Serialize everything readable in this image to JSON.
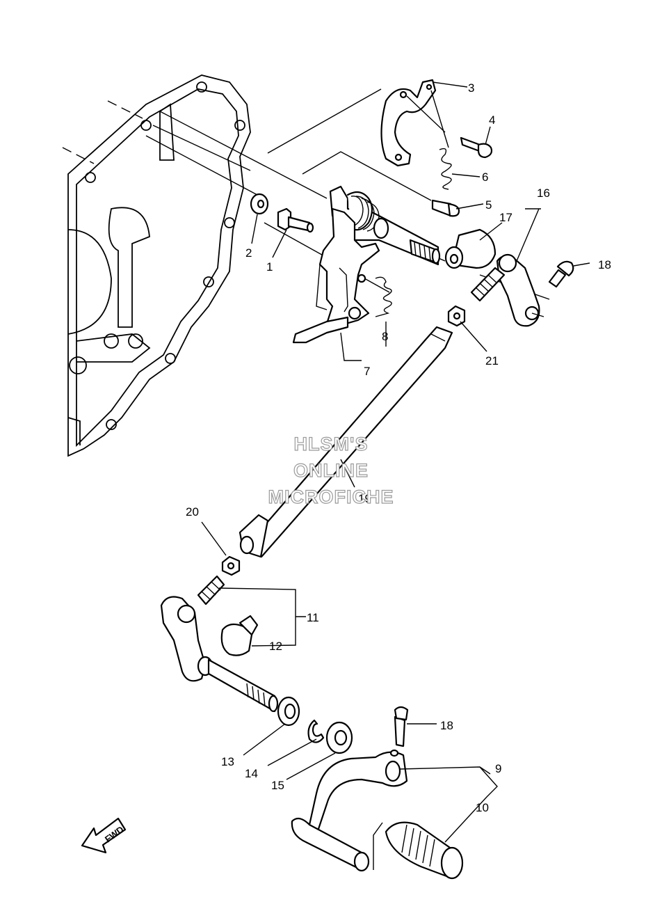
{
  "callouts": [
    {
      "id": "1",
      "label": "1"
    },
    {
      "id": "2",
      "label": "2"
    },
    {
      "id": "3",
      "label": "3"
    },
    {
      "id": "4",
      "label": "4"
    },
    {
      "id": "5",
      "label": "5"
    },
    {
      "id": "6",
      "label": "6"
    },
    {
      "id": "7",
      "label": "7"
    },
    {
      "id": "8",
      "label": "8"
    },
    {
      "id": "9",
      "label": "9"
    },
    {
      "id": "10",
      "label": "10"
    },
    {
      "id": "11",
      "label": "11"
    },
    {
      "id": "12",
      "label": "12"
    },
    {
      "id": "13",
      "label": "13"
    },
    {
      "id": "14",
      "label": "14"
    },
    {
      "id": "15",
      "label": "15"
    },
    {
      "id": "16",
      "label": "16"
    },
    {
      "id": "17",
      "label": "17"
    },
    {
      "id": "18a",
      "label": "18"
    },
    {
      "id": "18b",
      "label": "18"
    },
    {
      "id": "19",
      "label": "19"
    },
    {
      "id": "20",
      "label": "20"
    },
    {
      "id": "21",
      "label": "21"
    }
  ],
  "watermark": {
    "line1": "HLSM'S",
    "line2": "ONLINE",
    "line3": "MICROFICHE"
  },
  "direction_arrow": {
    "label": "FWD",
    "icon": "fwd-arrow-icon"
  },
  "colors": {
    "line": "#000000",
    "background": "#ffffff",
    "watermark_outline": "#9a9a9a"
  }
}
